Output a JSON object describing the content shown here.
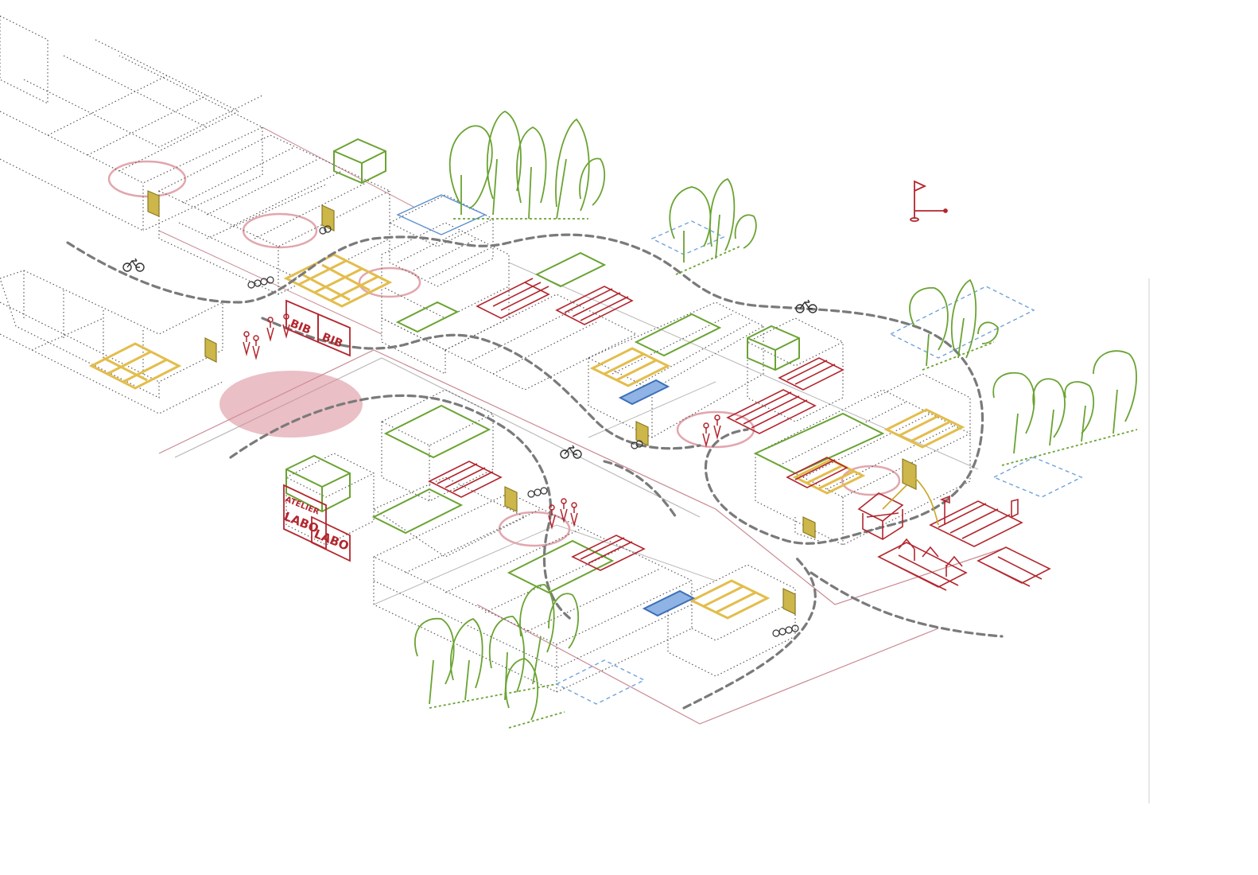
{
  "labels": {
    "bib_a": "BIB",
    "bib_b": "BIB",
    "atelier": "ATELIER",
    "labo_a": "LABO",
    "labo_b": "LABO"
  },
  "colors": {
    "structure": "#5a5a5a",
    "greenery": "#6aa332",
    "canopy": "#e3bd4c",
    "activity": "#b3262e",
    "water": "#5b8fd1",
    "zone": "#d98b95",
    "path": "#7a7a7a",
    "signage": "#cdb64a"
  },
  "icons": [
    "bicycle-icon",
    "bike-rack-icon",
    "pedestrian-icon",
    "flag-icon",
    "tree-icon",
    "picnic-table-icon",
    "kiosk-icon"
  ]
}
